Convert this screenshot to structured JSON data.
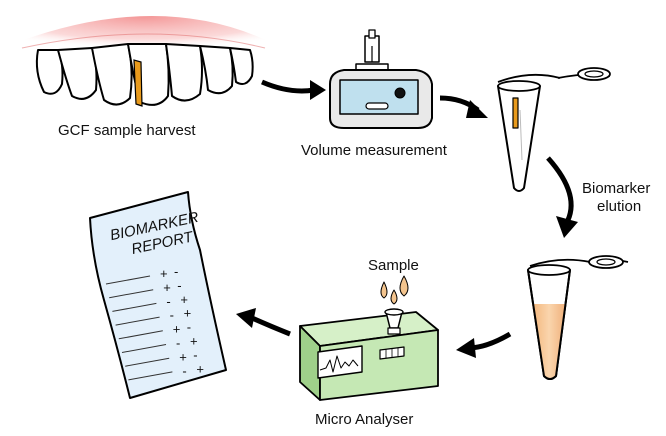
{
  "steps": {
    "harvest": "GCF sample harvest",
    "volume": "Volume measurement",
    "elution_line1": "Biomarker",
    "elution_line2": "elution",
    "analyser": "Micro Analyser",
    "sample": "Sample"
  },
  "report": {
    "title_line1": "BIOMARKER",
    "title_line2": "REPORT",
    "marks": [
      {
        "a": "+",
        "b": "-"
      },
      {
        "a": "+",
        "b": "-"
      },
      {
        "a": "-",
        "b": "+"
      },
      {
        "a": "-",
        "b": "+"
      },
      {
        "a": "+",
        "b": "-"
      },
      {
        "a": "-",
        "b": "+"
      },
      {
        "a": "+",
        "b": "-"
      },
      {
        "a": "-",
        "b": "+"
      }
    ]
  },
  "colors": {
    "gum": "#f4a0a0",
    "strip": "#e89a1c",
    "device_screen": "#bfe0ee",
    "analyser_body": "#c5e8b4",
    "sample_liquid": "#f6c48e",
    "report_paper": "#e3f0fb",
    "arrow": "#000000"
  }
}
